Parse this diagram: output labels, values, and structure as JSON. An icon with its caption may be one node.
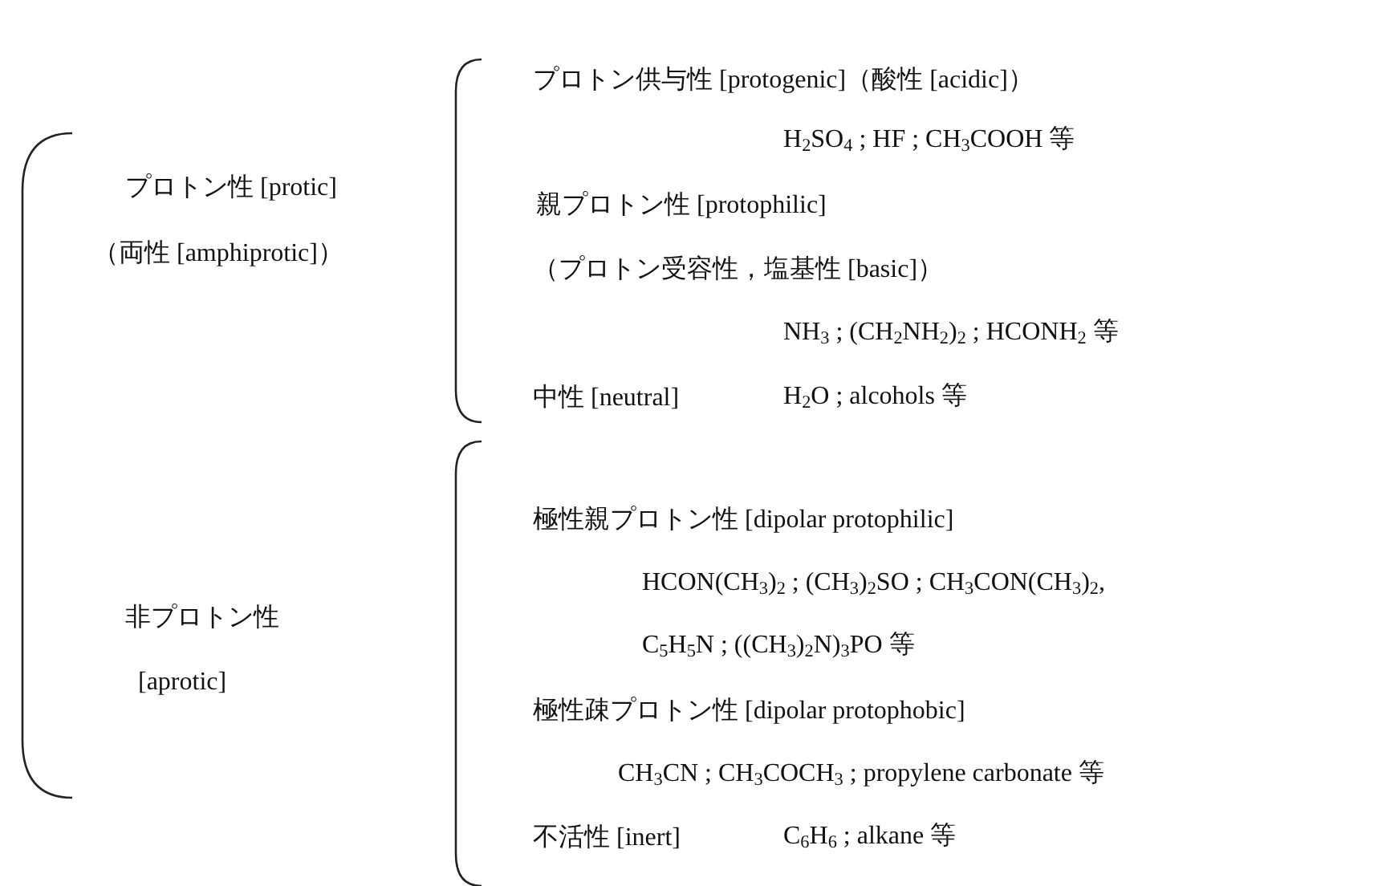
{
  "diagram": {
    "labels": [
      "プロトン性 [protic]",
      "（両性 [amphiprotic]）",
      "非プロトン性",
      "[aprotic]",
      "プロトン供与性 [protogenic]（酸性 [acidic]）",
      "H$_{2}$SO$_{4}$ ; HF ; CH$_{3}$COOH 等",
      "親プロトン性 [protophilic]",
      "（プロトン受容性，塩基性 [basic]）",
      "NH$_{3}$ ; (CH$_{2}$NH$_{2}$)$_{2}$ ; HCONH$_{2}$ 等",
      "中性 [neutral]",
      "H$_{2}$O ; alcohols 等",
      "極性親プロトン性 [dipolar protophilic]",
      "HCON(CH$_{3}$)$_{2}$ ; (CH$_{3}$)$_{2}$SO ; CH$_{3}$CON(CH$_{3}$)$_{2}$,",
      "C$_{5}$H$_{5}$N ; ((CH$_{3}$)$_{2}$N)$_{3}$PO 等",
      "極性疎プロトン性 [dipolar protophobic]",
      "CH$_{3}$CN ; CH$_{3}$COCH$_{3}$ ; propylene carbonate 等",
      "不活性 [inert]",
      "C$_{6}$H$_{6}$ ; alkane 等"
    ]
  }
}
